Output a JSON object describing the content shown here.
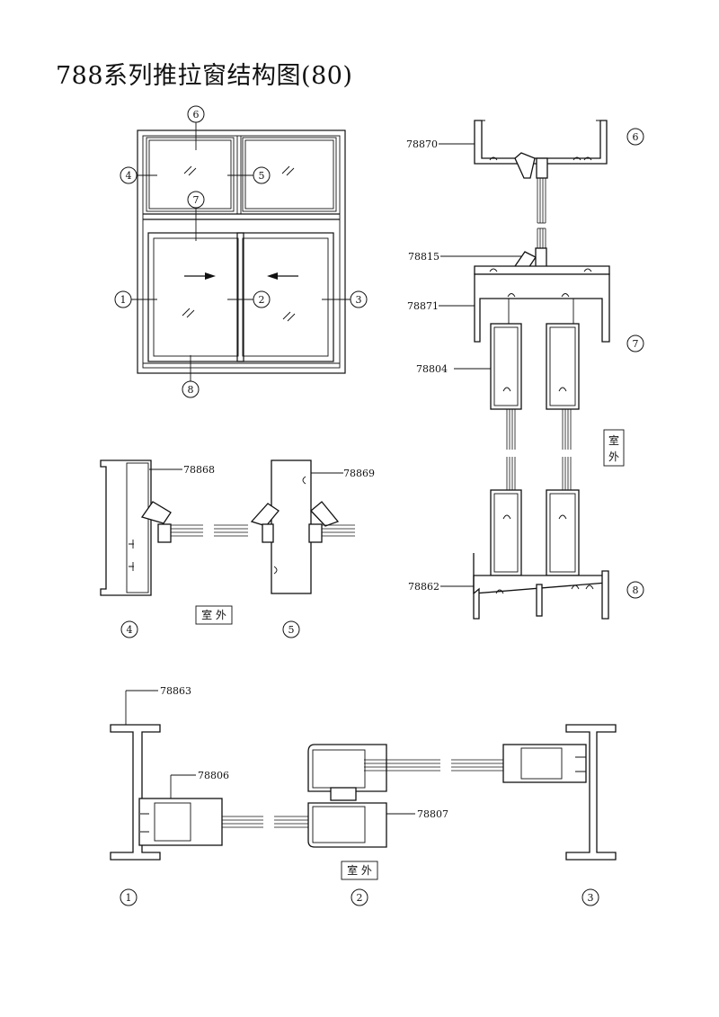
{
  "title": "788系列推拉窗结构图(80)",
  "part_numbers": {
    "p78870": "78870",
    "p78815": "78815",
    "p78871": "78871",
    "p78804": "78804",
    "p78862": "78862",
    "p78868": "78868",
    "p78869": "78869",
    "p78863": "78863",
    "p78806": "78806",
    "p78807": "78807"
  },
  "callouts": [
    "1",
    "2",
    "3",
    "4",
    "5",
    "6",
    "7",
    "8"
  ],
  "exterior_label": "室 外",
  "exterior_label_vertical": [
    "室",
    "外"
  ]
}
